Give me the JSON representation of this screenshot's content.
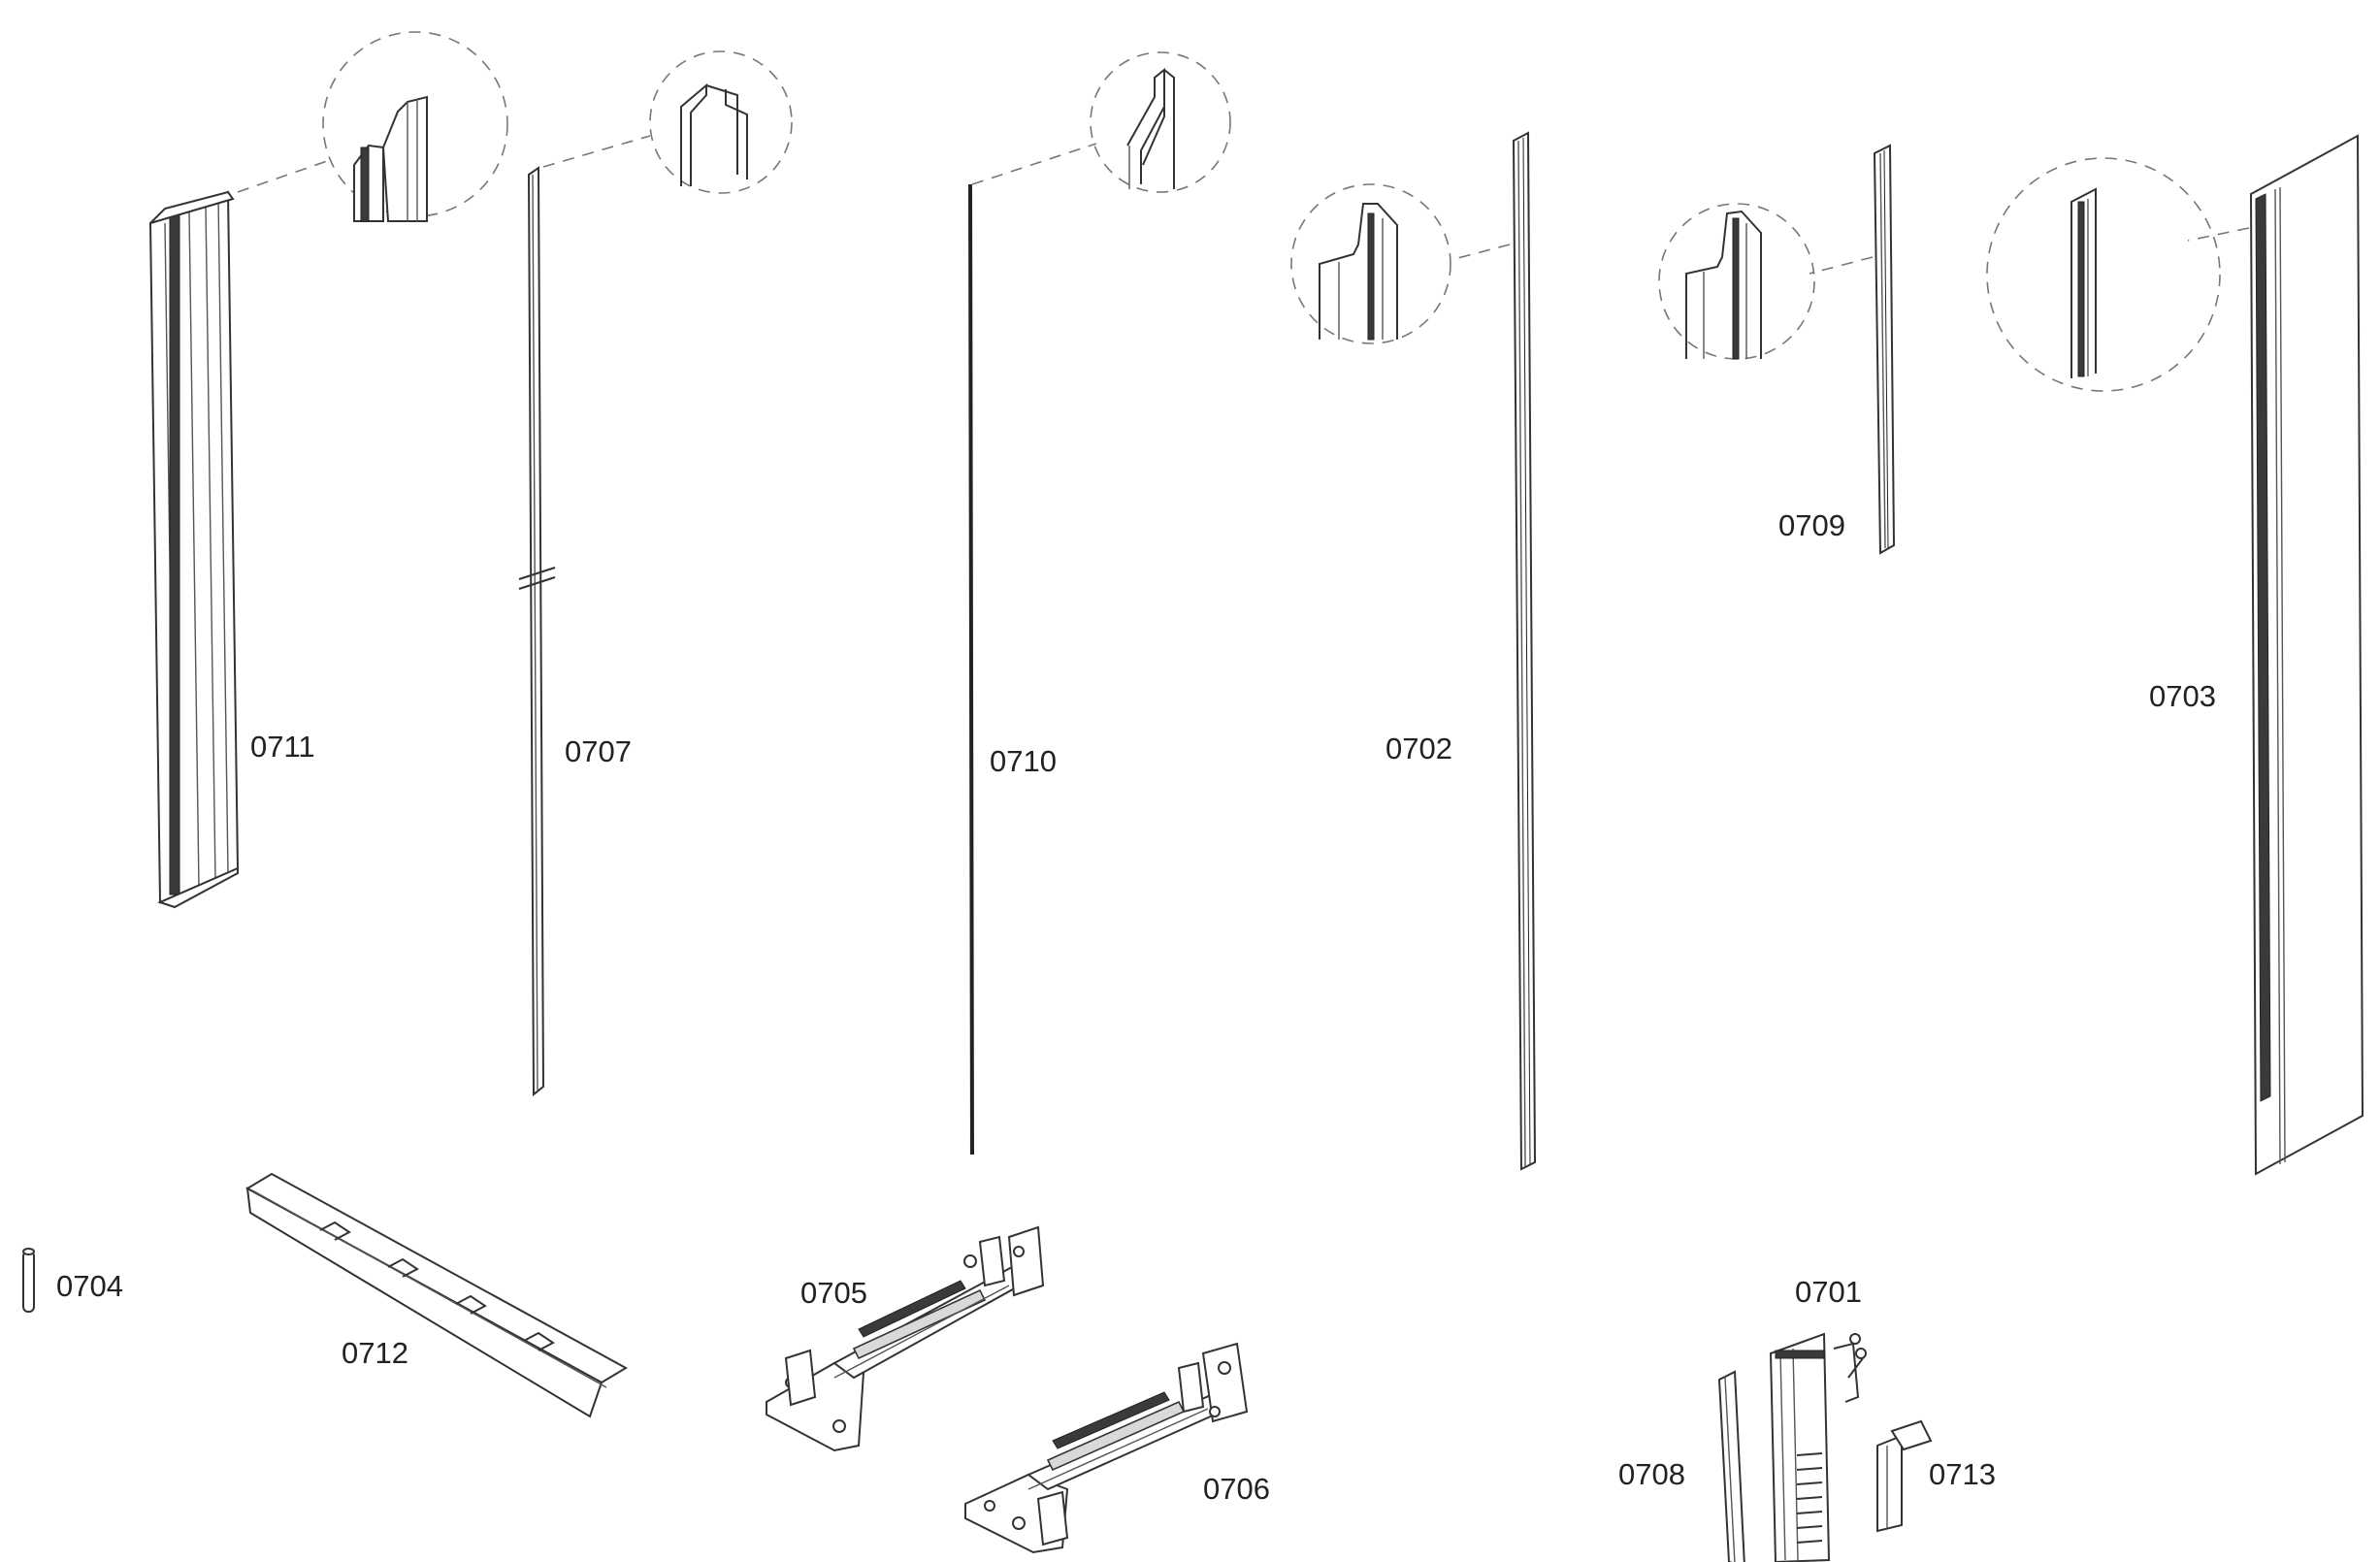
{
  "parts": [
    {
      "id": "0701",
      "label": "0701"
    },
    {
      "id": "0702",
      "label": "0702"
    },
    {
      "id": "0703",
      "label": "0703"
    },
    {
      "id": "0704",
      "label": "0704"
    },
    {
      "id": "0705",
      "label": "0705"
    },
    {
      "id": "0706",
      "label": "0706"
    },
    {
      "id": "0707",
      "label": "0707"
    },
    {
      "id": "0708",
      "label": "0708"
    },
    {
      "id": "0709",
      "label": "0709"
    },
    {
      "id": "0710",
      "label": "0710"
    },
    {
      "id": "0711",
      "label": "0711"
    },
    {
      "id": "0712",
      "label": "0712"
    },
    {
      "id": "0713",
      "label": "0713"
    }
  ]
}
